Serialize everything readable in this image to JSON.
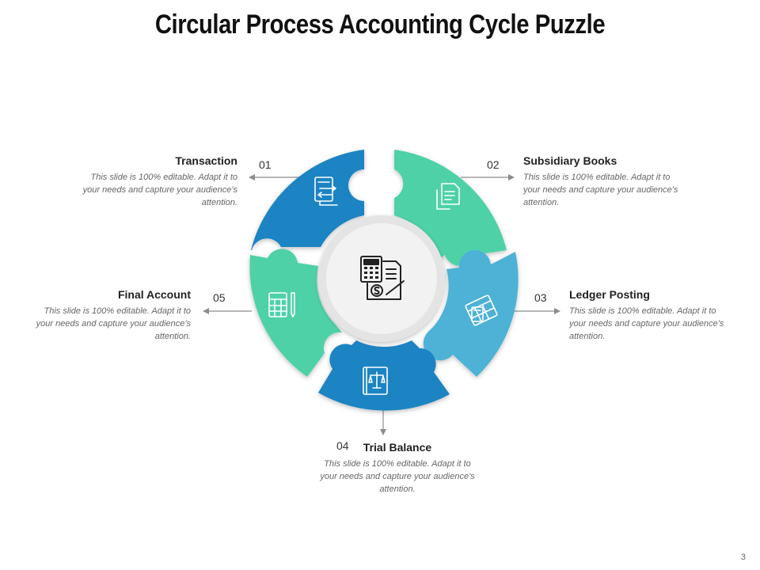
{
  "title": "Circular Process Accounting Cycle Puzzle",
  "page_number": "3",
  "colors": {
    "dark_blue": "#1d84c2",
    "teal": "#4fd1a8",
    "sky_blue": "#4db2d6",
    "center_fill": "#f2f2f2",
    "arrow": "#8c8c8c"
  },
  "steps": [
    {
      "number": "01",
      "heading": "Transaction",
      "desc": "This slide is 100% editable. Adapt it to your needs and capture your audience's attention.",
      "icon": "document-exchange-icon",
      "color": "#1d84c2"
    },
    {
      "number": "02",
      "heading": "Subsidiary Books",
      "desc": "This slide is 100% editable. Adapt it to your needs and capture your audience's attention.",
      "icon": "documents-icon",
      "color": "#4fd1a8"
    },
    {
      "number": "03",
      "heading": "Ledger Posting",
      "desc": "This slide is 100% editable. Adapt it to your needs and capture your audience's attention.",
      "icon": "ledger-calculator-icon",
      "color": "#4db2d6"
    },
    {
      "number": "04",
      "heading": "Trial Balance",
      "desc": "This slide is 100% editable. Adapt it to your needs and capture your audience's attention.",
      "icon": "balance-book-icon",
      "color": "#1d84c2"
    },
    {
      "number": "05",
      "heading": "Final Account",
      "desc": "This slide is 100% editable. Adapt it to your needs and capture your audience's attention.",
      "icon": "spreadsheet-pencil-icon",
      "color": "#4fd1a8"
    }
  ],
  "center_icon": "calculator-invoice-dollar-icon"
}
